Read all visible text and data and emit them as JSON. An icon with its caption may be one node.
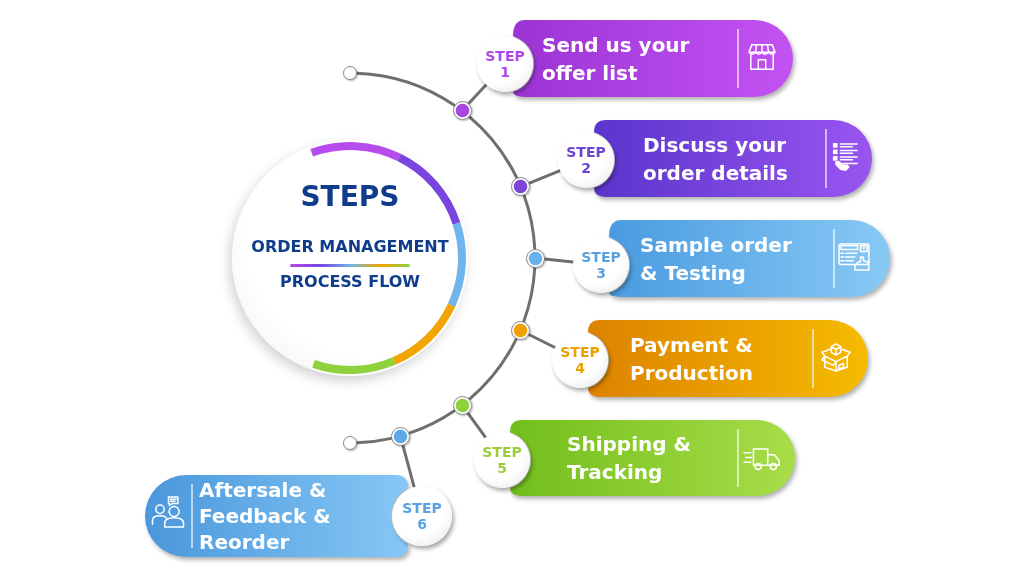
{
  "diagram": {
    "nodes": [
      {
        "text": [
          "STEPS",
          "ORDER MANAGEMENT",
          "PROCESS FLOW"
        ]
      },
      {
        "text": [],
        "shape": "circle"
      },
      {
        "text": [],
        "shape": "circle"
      },
      {
        "text": [
          "STEP 1"
        ]
      },
      {
        "text": [
          "Send us your offer list"
        ]
      },
      {
        "text": [],
        "shape": "circle"
      },
      {
        "text": [
          "STEP 2"
        ]
      },
      {
        "text": [
          "Discuss your order details"
        ]
      },
      {
        "text": [],
        "shape": "circle"
      },
      {
        "text": [
          "STEP 3"
        ]
      },
      {
        "text": [
          "Sample order & Testing"
        ]
      },
      {
        "text": [],
        "shape": "circle"
      },
      {
        "text": [
          "STEP 4"
        ]
      },
      {
        "text": [
          "Payment & Production"
        ]
      },
      {
        "text": [],
        "shape": "circle"
      },
      {
        "text": [
          "STEP 5"
        ]
      },
      {
        "text": [
          "Shipping & Tracking"
        ]
      },
      {
        "text": [],
        "shape": "circle"
      },
      {
        "text": [
          "STEP 6"
        ]
      },
      {
        "text": [
          "Aftersale & Feedback & Reorder"
        ]
      },
      {
        "text": [],
        "shape": "circle"
      }
    ],
    "edges": [
      {
        "from": 1,
        "to": 2,
        "arrow": "none"
      },
      {
        "from": 2,
        "to": 3,
        "arrow": "none"
      },
      {
        "from": 2,
        "to": 5,
        "arrow": "none"
      },
      {
        "from": 5,
        "to": 6,
        "arrow": "none"
      },
      {
        "from": 5,
        "to": 8,
        "arrow": "none"
      },
      {
        "from": 8,
        "to": 9,
        "arrow": "none"
      },
      {
        "from": 8,
        "to": 11,
        "arrow": "none"
      },
      {
        "from": 11,
        "to": 12,
        "arrow": "none"
      },
      {
        "from": 11,
        "to": 14,
        "arrow": "none"
      },
      {
        "from": 14,
        "to": 15,
        "arrow": "none"
      },
      {
        "from": 14,
        "to": 17,
        "arrow": "none"
      },
      {
        "from": 17,
        "to": 18,
        "arrow": "none"
      },
      {
        "from": 17,
        "to": 20,
        "arrow": "none"
      }
    ]
  }
}
